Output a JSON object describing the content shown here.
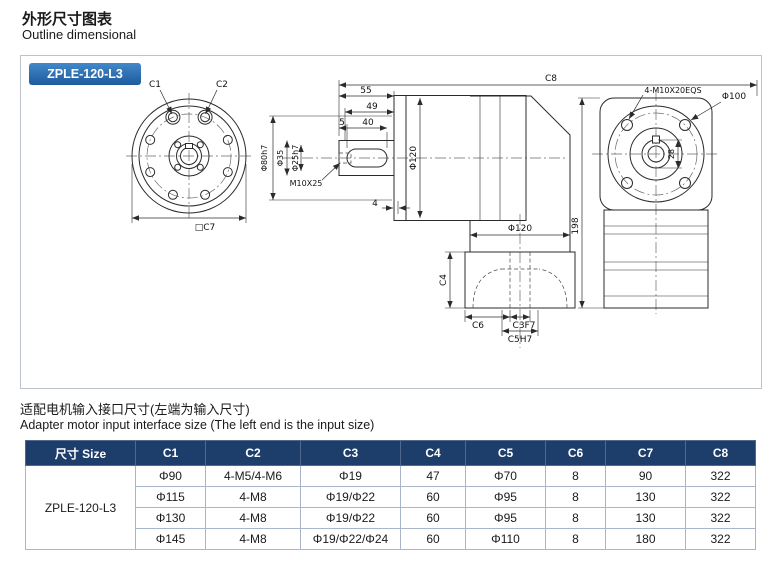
{
  "page": {
    "title_zh": "外形尺寸图表",
    "title_en": "Outline dimensional",
    "subtitle_zh": "适配电机输入接口尺寸(左端为输入尺寸)",
    "subtitle_en": "Adapter motor input interface size (The left end is the input size)"
  },
  "drawing": {
    "model_badge": "ZPLE-120-L3",
    "labels": {
      "c1": "C1",
      "c2": "C2",
      "c7": "□C7",
      "c8": "C8",
      "d55": "55",
      "d49": "49",
      "d5": "5",
      "d40": "40",
      "phi80": "Φ80h7",
      "phi35": "Φ35",
      "phi25": "Φ25h7",
      "m10": "M10X25",
      "d4": "4",
      "phi120_body": "Φ120",
      "phi120_out": "Φ120",
      "c4": "C4",
      "c6": "C6",
      "c3": "C3F7",
      "c5": "C5H7",
      "bolt_spec": "4-M10X20EQS",
      "phi100": "Φ100",
      "d198": "198",
      "d28": "28"
    }
  },
  "table": {
    "headers": [
      "尺寸 Size",
      "C1",
      "C2",
      "C3",
      "C4",
      "C5",
      "C6",
      "C7",
      "C8"
    ],
    "model": "ZPLE-120-L3",
    "rows": [
      [
        "Φ90",
        "4-M5/4-M6",
        "Φ19",
        "47",
        "Φ70",
        "8",
        "90",
        "322"
      ],
      [
        "Φ115",
        "4-M8",
        "Φ19/Φ22",
        "60",
        "Φ95",
        "8",
        "130",
        "322"
      ],
      [
        "Φ130",
        "4-M8",
        "Φ19/Φ22",
        "60",
        "Φ95",
        "8",
        "130",
        "322"
      ],
      [
        "Φ145",
        "4-M8",
        "Φ19/Φ22/Φ24",
        "60",
        "Φ110",
        "8",
        "180",
        "322"
      ]
    ]
  },
  "colors": {
    "table_header_bg": "#1d3d6b",
    "badge_blue": "#2e75b6",
    "line_color": "#2b2b2b"
  }
}
